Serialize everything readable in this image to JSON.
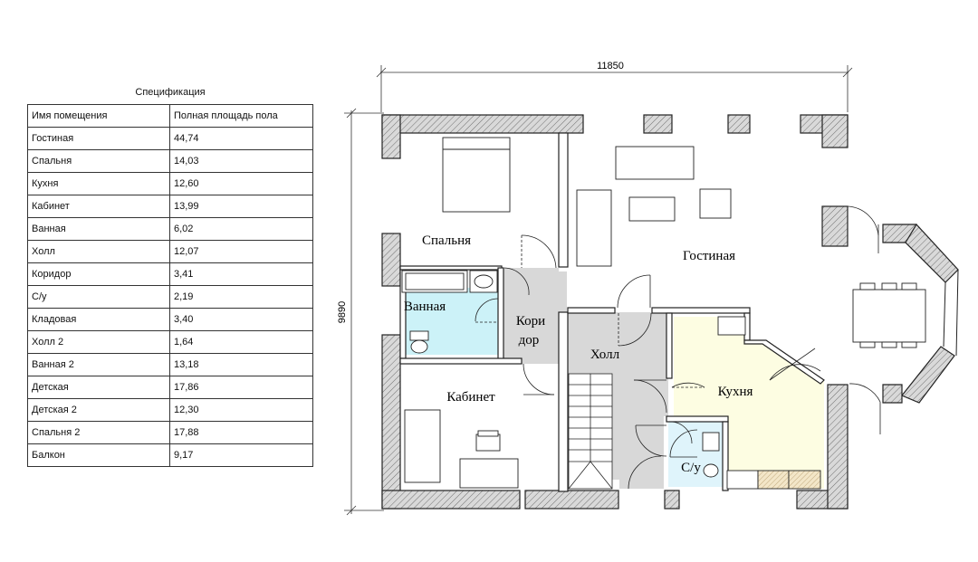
{
  "spec": {
    "title": "Спецификация",
    "headers": [
      "Имя помещения",
      "Полная площадь пола"
    ],
    "rows": [
      [
        "Гостиная",
        "44,74"
      ],
      [
        "Спальня",
        "14,03"
      ],
      [
        "Кухня",
        "12,60"
      ],
      [
        "Кабинет",
        "13,99"
      ],
      [
        "Ванная",
        "6,02"
      ],
      [
        "Холл",
        "12,07"
      ],
      [
        "Коридор",
        "3,41"
      ],
      [
        "С/у",
        "2,19"
      ],
      [
        "Кладовая",
        "3,40"
      ],
      [
        "Холл 2",
        "1,64"
      ],
      [
        "Ванная 2",
        "13,18"
      ],
      [
        "Детская",
        "17,86"
      ],
      [
        "Детская 2",
        "12,30"
      ],
      [
        "Спальня 2",
        "17,88"
      ],
      [
        "Балкон",
        "9,17"
      ]
    ]
  },
  "plan": {
    "dim_width": "11850",
    "dim_height": "9890",
    "rooms": {
      "bedroom": "Спальня",
      "living": "Гостиная",
      "bath": "Ванная",
      "corridor_1": "Кори",
      "corridor_2": "дор",
      "hall": "Холл",
      "office": "Кабинет",
      "kitchen": "Кухня",
      "wc": "С/у"
    },
    "colors": {
      "wall_fill": "#d9d9d9",
      "wall_stroke": "#222222",
      "bath_fill": "#ccf2f8",
      "hall_fill": "#d8d8d8",
      "kitchen_fill": "#fdfde2",
      "wc_fill": "#dff4fb"
    }
  }
}
